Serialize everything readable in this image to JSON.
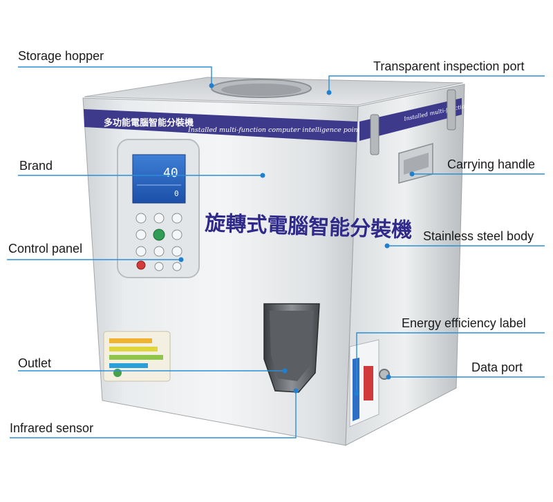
{
  "labels": {
    "storage_hopper": "Storage hopper",
    "inspection_port": "Transparent inspection port",
    "brand": "Brand",
    "carrying_handle": "Carrying handle",
    "control_panel": "Control panel",
    "stainless_body": "Stainless steel body",
    "energy_label": "Energy efficiency label",
    "outlet": "Outlet",
    "data_port": "Data port",
    "infrared_sensor": "Infrared sensor"
  },
  "machine": {
    "brand_strip_cn": "多功能電腦智能分裝機",
    "brand_strip_en": "Installed multi-function computer intelligence points",
    "side_strip_en": "Installed multi-function computer",
    "front_title": "旋轉式電腦智能分裝機",
    "display_value": "40",
    "display_small": "0"
  },
  "colors": {
    "callout_line": "#2a8fd6",
    "callout_dot": "#1f7fd0",
    "brand_strip": "#3d3a8c",
    "front_title": "#2f2a8a"
  }
}
